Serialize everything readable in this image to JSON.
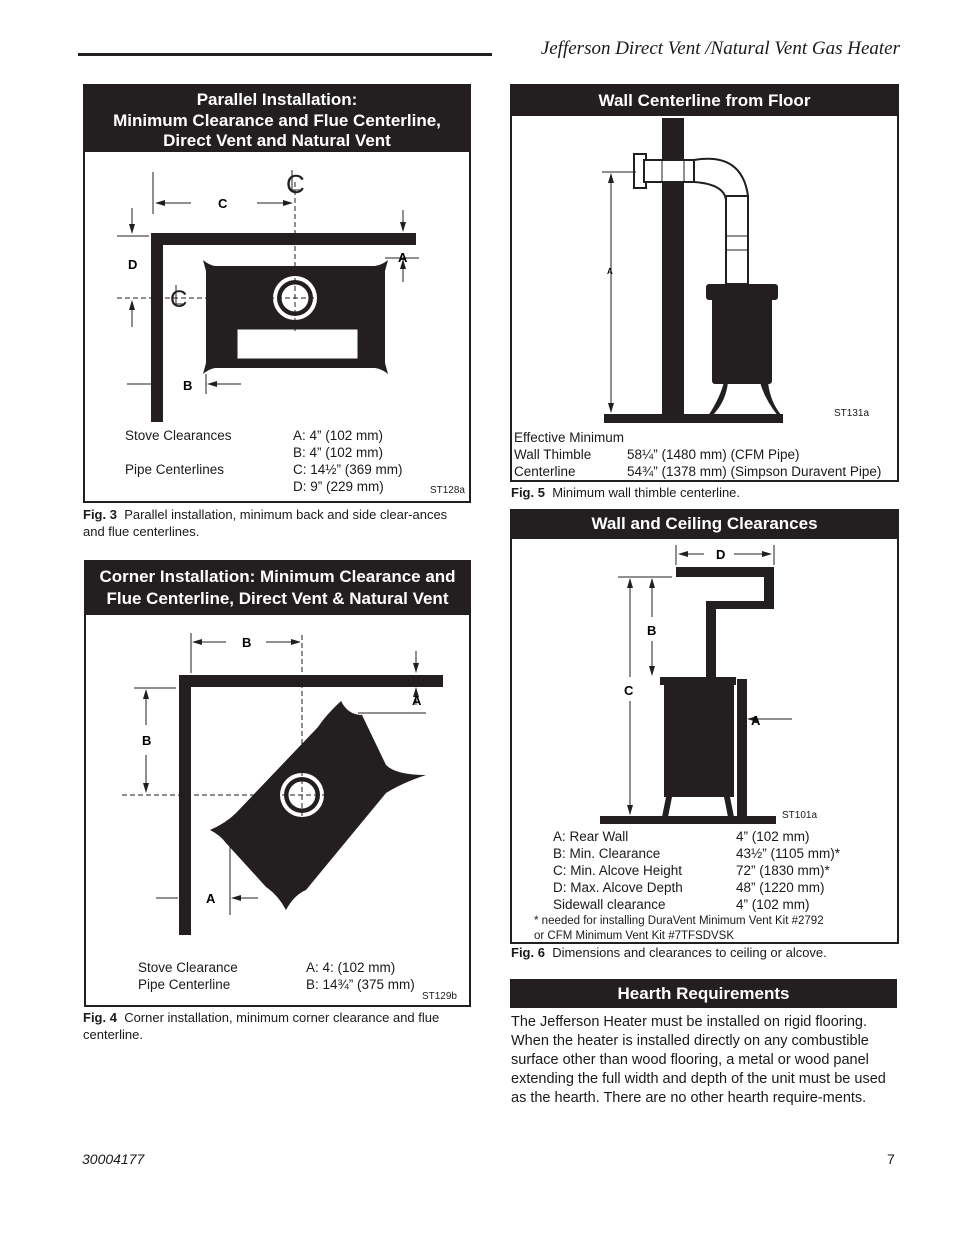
{
  "header": {
    "title": "Jefferson Direct Vent /Natural Vent Gas Heater"
  },
  "fig3": {
    "heading_lines": [
      "Parallel Installation:",
      "Minimum Clearance and Flue Centerline,",
      "Direct Vent and Natural Vent"
    ],
    "labels": {
      "a": "A",
      "b": "B",
      "c": "C",
      "d": "D",
      "cl": "CL"
    },
    "code": "ST128a",
    "rows": [
      {
        "left": "Stove Clearances",
        "right": "A: 4” (102 mm)"
      },
      {
        "left": "",
        "right": "B: 4” (102 mm)"
      },
      {
        "left": "Pipe Centerlines",
        "right": "C: 14½” (369 mm)"
      },
      {
        "left": "",
        "right": "D: 9” (229 mm)"
      }
    ],
    "caption_label": "Fig. 3",
    "caption": "Parallel installation, minimum back and side clear-ances and flue centerlines."
  },
  "fig4": {
    "heading_lines": [
      "Corner Installation: Minimum Clearance and",
      "Flue Centerline, Direct Vent & Natural Vent"
    ],
    "labels": {
      "a": "A",
      "b": "B"
    },
    "code": "ST129b",
    "rows": [
      {
        "left": "Stove Clearance",
        "right": "A: 4: (102 mm)"
      },
      {
        "left": "Pipe Centerline",
        "right": "B: 14¾” (375 mm)"
      }
    ],
    "caption_label": "Fig. 4",
    "caption": "Corner installation, minimum corner clearance and flue centerline."
  },
  "fig5": {
    "heading": "Wall Centerline from Floor",
    "labels": {
      "a": "A"
    },
    "code": "ST131a",
    "rows": [
      {
        "left": "Effective Minimum",
        "right": ""
      },
      {
        "left": "Wall Thimble",
        "right": "58¼” (1480 mm) (CFM Pipe)"
      },
      {
        "left": "Centerline",
        "right": "54¾” (1378 mm) (Simpson Duravent Pipe)"
      }
    ],
    "caption_label": "Fig. 5",
    "caption": "Minimum wall thimble centerline."
  },
  "fig6": {
    "heading": "Wall and Ceiling Clearances",
    "labels": {
      "a": "A",
      "b": "B",
      "c": "C",
      "d": "D"
    },
    "code": "ST101a",
    "rows": [
      {
        "left": "A: Rear Wall",
        "right": "4” (102 mm)"
      },
      {
        "left": "B: Min. Clearance",
        "right": "43½” (1105 mm)*"
      },
      {
        "left": "C: Min. Alcove Height",
        "right": "72” (1830 mm)*"
      },
      {
        "left": "D: Max. Alcove Depth",
        "right": "48” (1220 mm)"
      },
      {
        "left": "Sidewall clearance",
        "right": "4” (102 mm)"
      }
    ],
    "footnote_lines": [
      "* needed for installing DuraVent Minimum Vent Kit #2792",
      "or CFM Minimum Vent Kit #7TFSDVSK"
    ],
    "caption_label": "Fig. 6",
    "caption": "Dimensions and clearances to ceiling or alcove."
  },
  "hearth": {
    "heading": "Hearth Requirements",
    "body": "The Jefferson Heater must be installed on rigid flooring. When the heater is installed directly on any combustible surface other than wood flooring, a metal or wood panel extending the full width and depth of the unit must be used as the hearth. There are no other hearth require-ments."
  },
  "footer": {
    "doc_number": "30004177",
    "page_number": "7"
  }
}
